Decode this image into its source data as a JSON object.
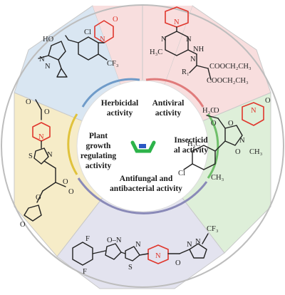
{
  "center": {
    "activities": [
      {
        "id": "herbicidal",
        "lines": [
          "Herbicidal",
          "activity"
        ]
      },
      {
        "id": "antiviral",
        "lines": [
          "Antiviral",
          "activity"
        ]
      },
      {
        "id": "insecticidal",
        "lines": [
          "Insecticid",
          "al activity"
        ]
      },
      {
        "id": "antifungal",
        "lines": [
          "Antifungal and",
          "antibacterial activity"
        ]
      },
      {
        "id": "plant-growth",
        "lines": [
          "Plant",
          "growth",
          "regulating",
          "activity"
        ]
      }
    ]
  },
  "sectors": [
    {
      "id": "herbicidal",
      "color": "#d9e6f2"
    },
    {
      "id": "antiviral",
      "color": "#f8dede"
    },
    {
      "id": "insecticidal",
      "color": "#deefd9"
    },
    {
      "id": "antifungal",
      "color": "#e3e3ef"
    },
    {
      "id": "plant-growth",
      "color": "#f6ecc8"
    }
  ],
  "molecules": {
    "herbicidal": {
      "labels": [
        "O",
        "HO",
        "Cl",
        "N",
        "N",
        "CF₃",
        "N"
      ]
    },
    "antiviral": {
      "labels": [
        "N",
        "N",
        "N",
        "NH",
        "H₃C",
        "N",
        "R₁",
        "COOCH₂CH₃",
        "COOCH₂CH₃"
      ]
    },
    "insecticidal": {
      "labels": [
        "H₃C",
        "O",
        "O",
        "O",
        "N",
        "H₃C",
        "N",
        "O",
        "Cl",
        "CH₃",
        "O",
        "CH₃"
      ]
    },
    "plant-growth": {
      "labels": [
        "O",
        "O",
        "N",
        "S",
        "N",
        "O",
        "O",
        "O",
        "O"
      ]
    },
    "antifungal": {
      "labels": [
        "F",
        "F",
        "O–N",
        "S",
        "N",
        "N",
        "O",
        "N",
        "N",
        "CF₃"
      ]
    }
  },
  "colors": {
    "red_highlight": "#e0362c",
    "center_icon": "#2db34a",
    "octagon_edge": "#b9b9b9"
  }
}
